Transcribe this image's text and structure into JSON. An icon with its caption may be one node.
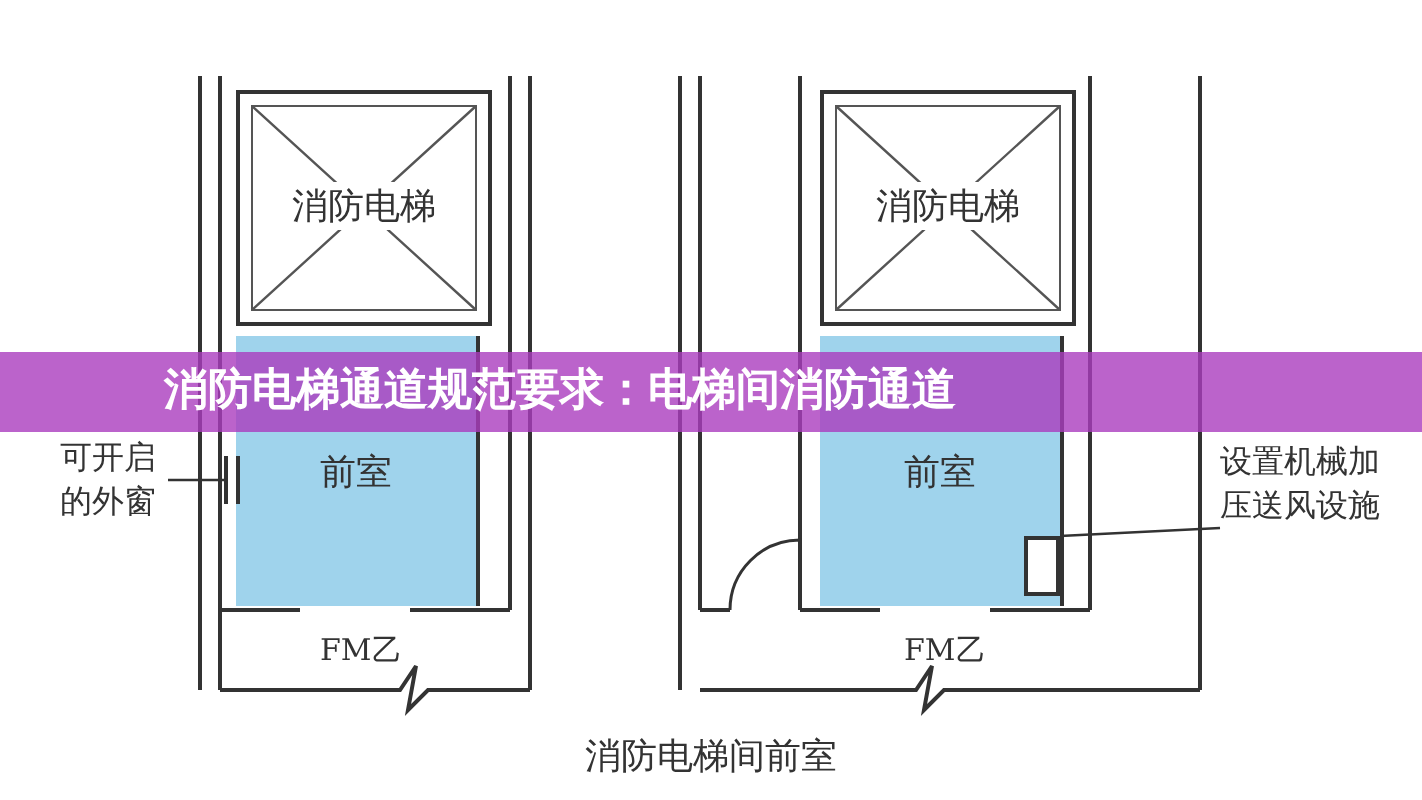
{
  "diagram": {
    "title": "消防电梯通道规范要求：电梯间消防通道",
    "caption": "消防电梯间前室",
    "nodes": [
      {
        "text": [
          "消防电梯"
        ]
      },
      {
        "text": [
          "前室"
        ]
      },
      {
        "text": [
          "消防电梯"
        ]
      },
      {
        "text": [
          "前室"
        ]
      },
      {
        "text": [
          "可开启的外窗"
        ]
      },
      {
        "text": [],
        "shape": "window"
      },
      {
        "text": [
          "设置机械加压送风设施"
        ]
      },
      {
        "text": [],
        "shape": "box",
        "in": 3
      }
    ],
    "edges": [
      {
        "from": 4,
        "to": 5,
        "arrow": "none"
      },
      {
        "from": 6,
        "to": 7,
        "arrow": "none"
      }
    ],
    "labels": [
      "FM乙",
      "FM乙"
    ]
  }
}
